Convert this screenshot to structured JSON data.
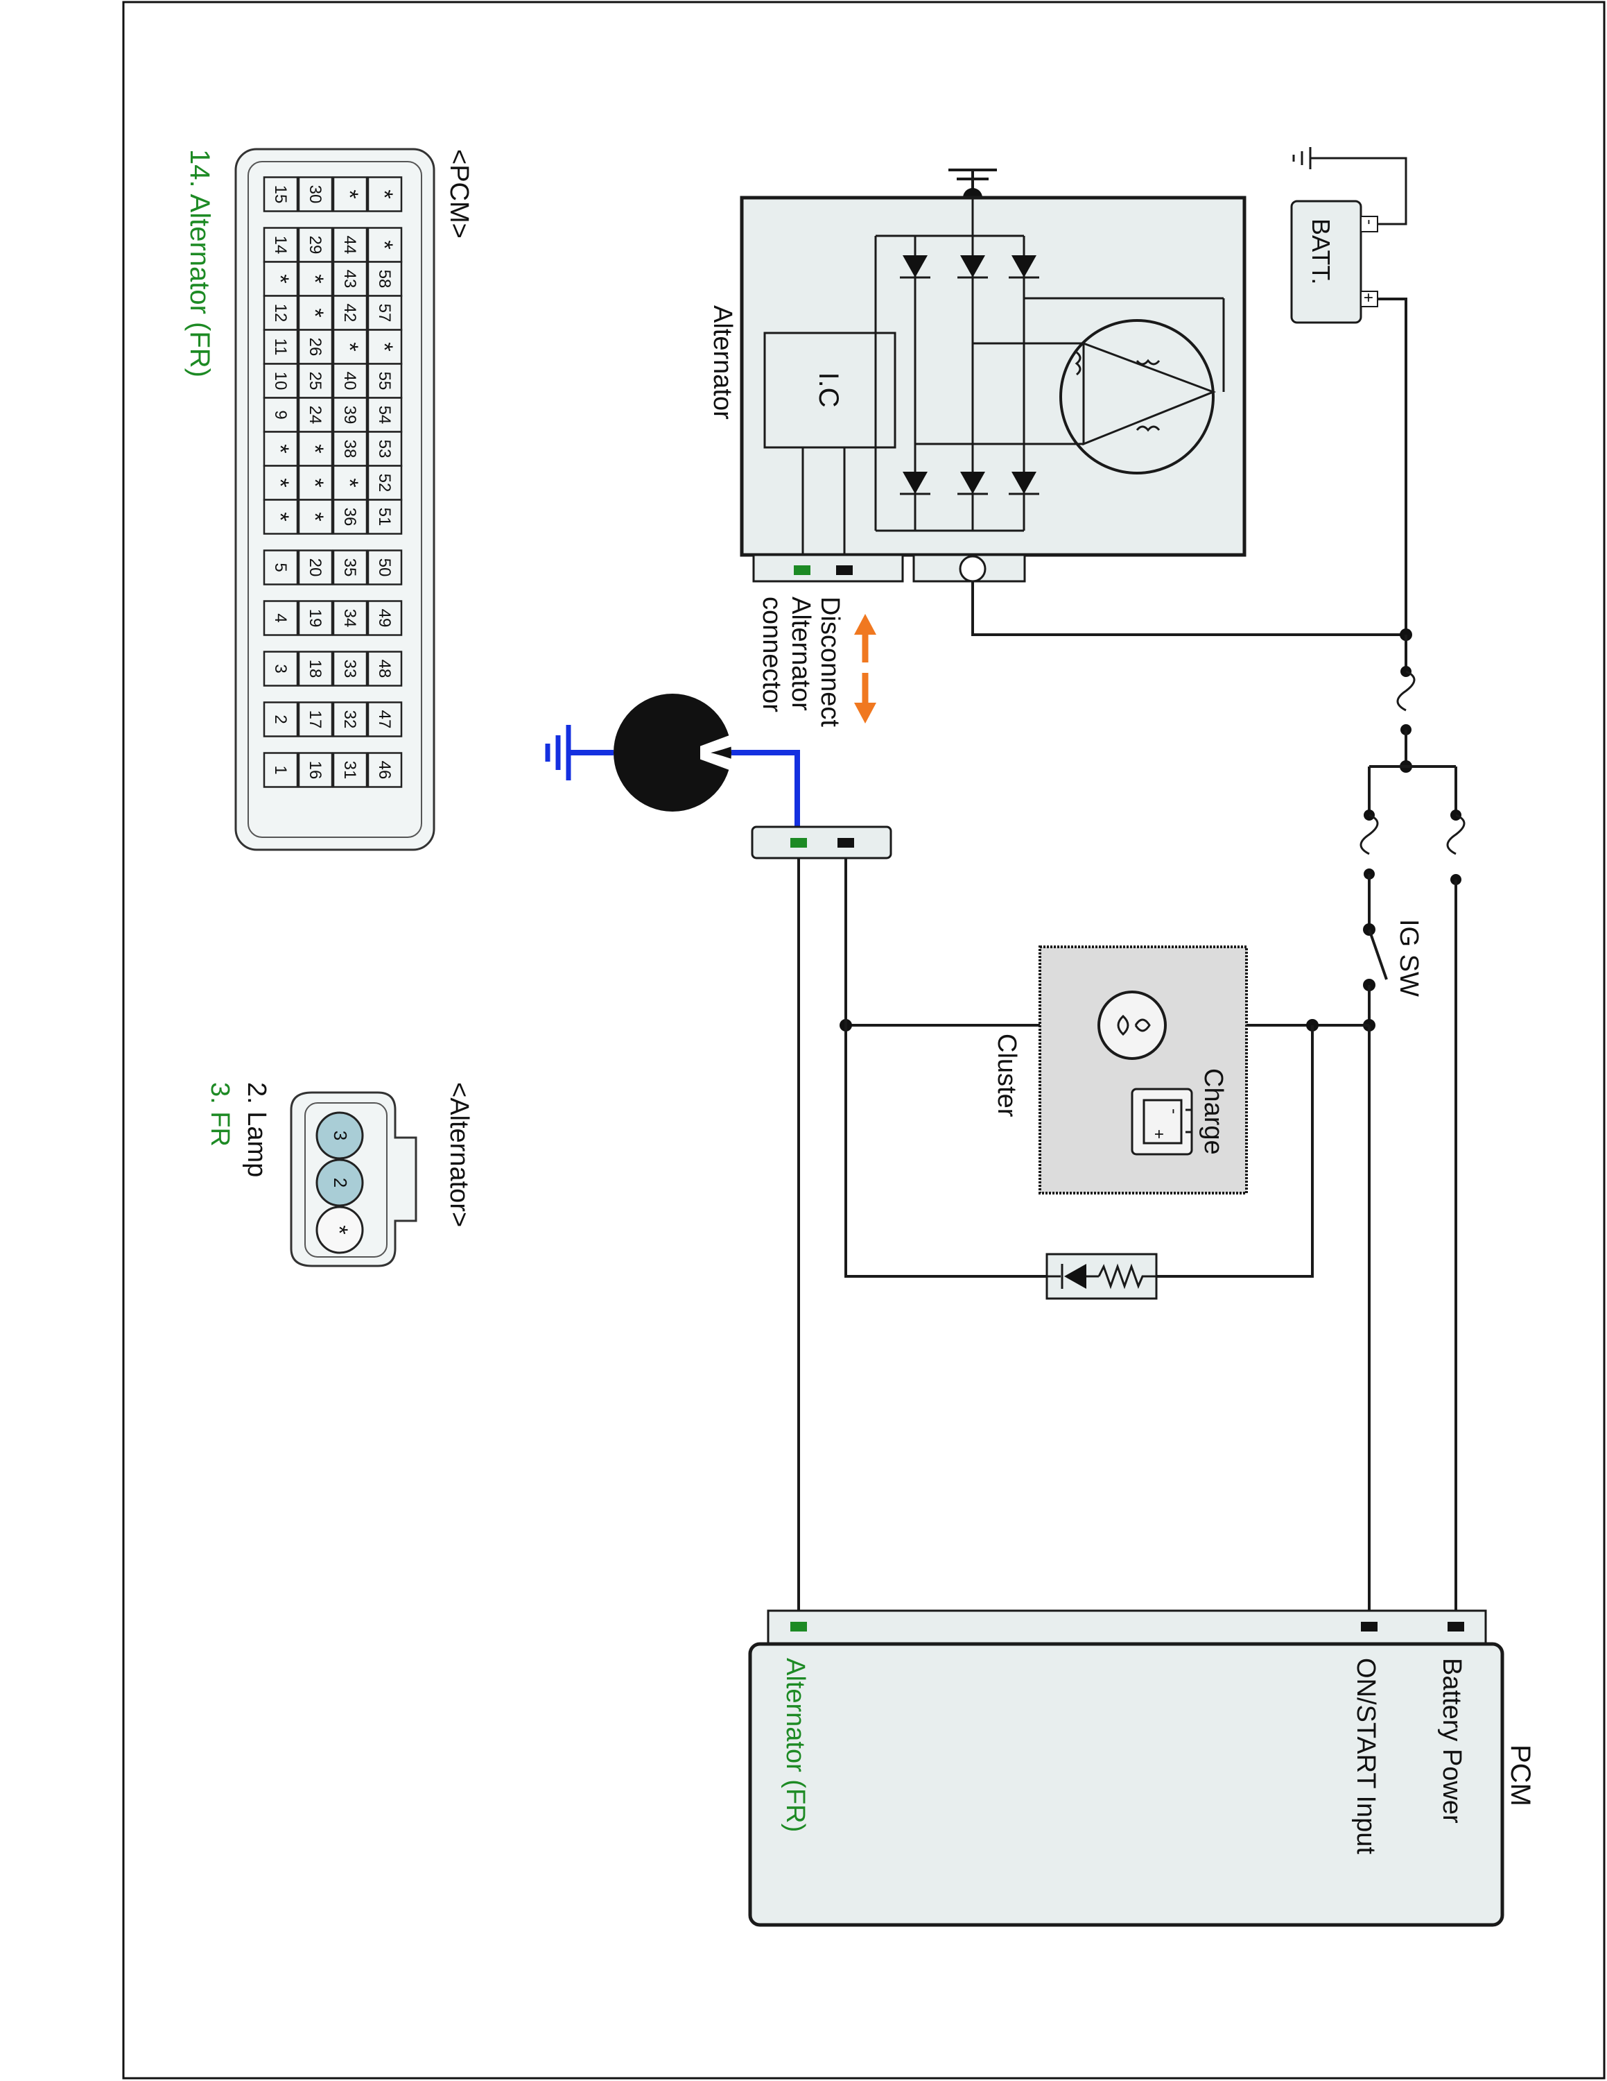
{
  "labels": {
    "pcm_connector_title": "<PCM>",
    "pcm_pin_caption": "14. Alternator (FR)",
    "alt_connector_title": "<Alternator>",
    "alt_pin2_caption": "2. Lamp",
    "alt_pin3_caption": "3. FR",
    "battery": "BATT.",
    "alternator": "Alternator",
    "ic": "I.C",
    "disconnect_1": "Disconnect",
    "disconnect_2": "Alternator",
    "disconnect_3": "connector",
    "voltmeter": "V",
    "ig_switch": "IG SW",
    "charge": "Charge",
    "cluster": "Cluster",
    "pcm": "PCM",
    "battery_power": "Battery Power",
    "on_start_input": "ON/START Input",
    "alternator_fr": "Alternator (FR)",
    "batt_minus": "-",
    "batt_plus": "+"
  },
  "pcm_connector": {
    "rows": [
      [
        "*",
        "*",
        "*",
        "*",
        "*",
        "*",
        "*",
        "*",
        "*",
        "*",
        "*",
        "*",
        "*",
        "*",
        "*",
        "*",
        "*",
        "*",
        "*",
        "*",
        "*",
        "*",
        "*",
        "*",
        "*",
        "*",
        "*",
        "*",
        "*"
      ],
      [
        "*",
        "*",
        "58",
        "57",
        "*",
        "55",
        "54",
        "53",
        "52",
        "51",
        "50",
        "49",
        "48",
        "47",
        "46"
      ],
      [
        "*",
        "44",
        "43",
        "42",
        "*",
        "40",
        "39",
        "38",
        "*",
        "36",
        "35",
        "34",
        "33",
        "32",
        "31"
      ],
      [
        "30",
        "29",
        "*",
        "*",
        "26",
        "25",
        "24",
        "*",
        "*",
        "*",
        "20",
        "19",
        "18",
        "17",
        "16"
      ],
      [
        "15",
        "14",
        "*",
        "12",
        "11",
        "10",
        "9",
        "*",
        "*",
        "*",
        "5",
        "4",
        "3",
        "2",
        "1"
      ]
    ],
    "highlighted_pin": "14"
  },
  "alt_connector_pins": [
    "3",
    "2",
    "*"
  ],
  "colors": {
    "highlight_pin": "#a9cdd6",
    "signal_green": "#1d8a24",
    "probe_blue": "#1430e0",
    "arrow_orange": "#f07820",
    "component_fill": "#e8eeee",
    "cluster_fill": "#dcdcdc"
  }
}
